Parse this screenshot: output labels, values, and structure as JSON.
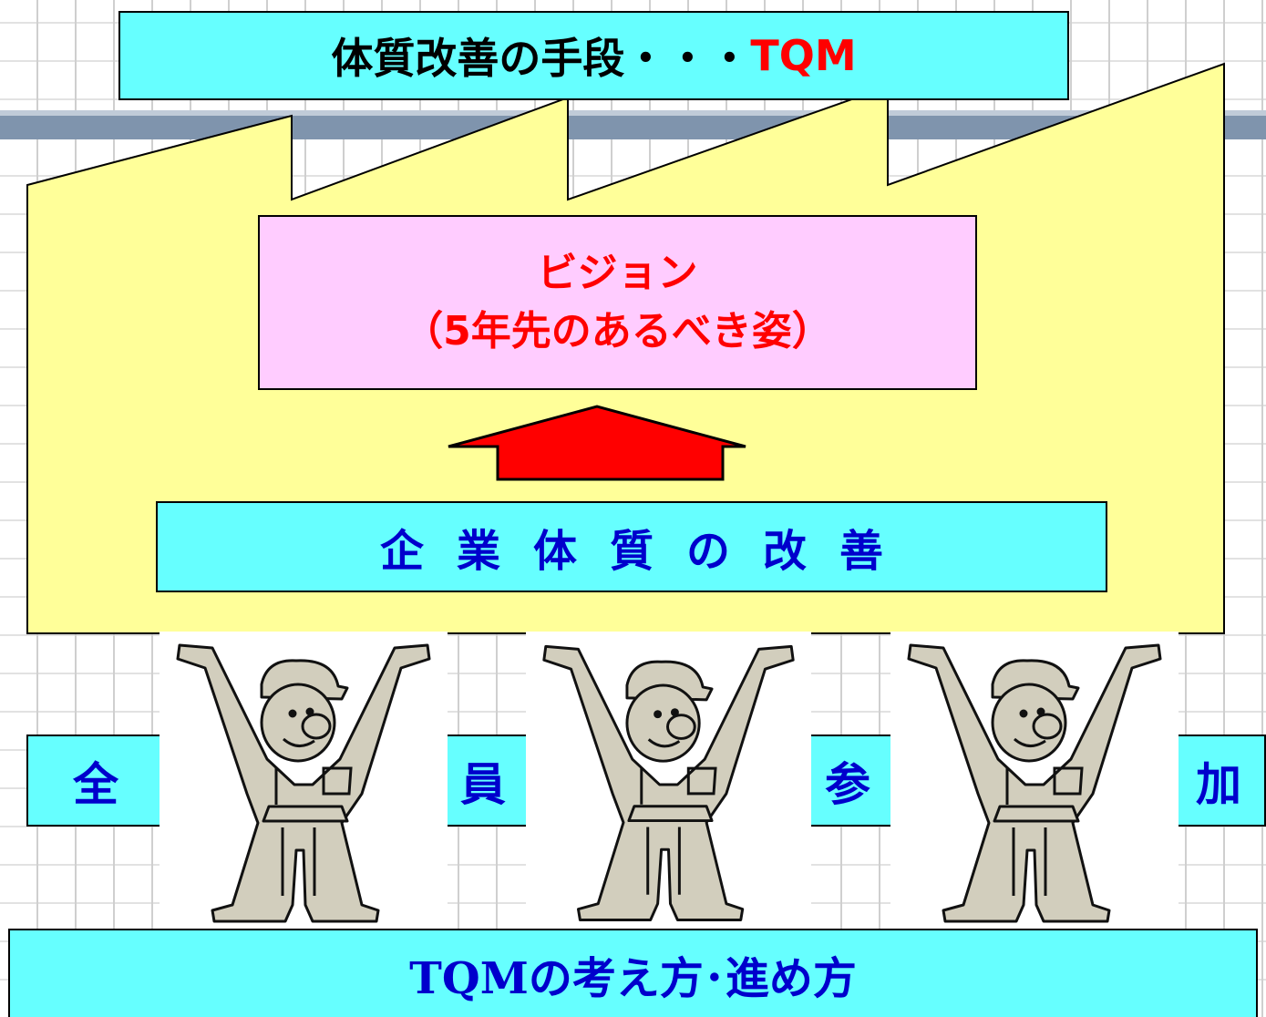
{
  "colors": {
    "factory_fill": "#ffff99",
    "cyan_box": "#66ffff",
    "pink_box": "#ffccff",
    "arrow": "#ff0000",
    "red_text": "#ff0000",
    "blue_text": "#0000cc"
  },
  "title": {
    "text": "体質改善の手段・・・",
    "highlight": "TQM"
  },
  "vision": {
    "line1": "ビジョン",
    "line2": "（5年先のあるべき姿）"
  },
  "arrow_icon": "up-arrow-icon",
  "improvement": {
    "text": "企業体質の改善"
  },
  "participation": {
    "chars": [
      "全",
      "員",
      "参",
      "加"
    ]
  },
  "workers": {
    "icon": "worker-raising-arms-icon",
    "count": 3
  },
  "foundation": {
    "text": "TQMの考え方･進め方"
  }
}
